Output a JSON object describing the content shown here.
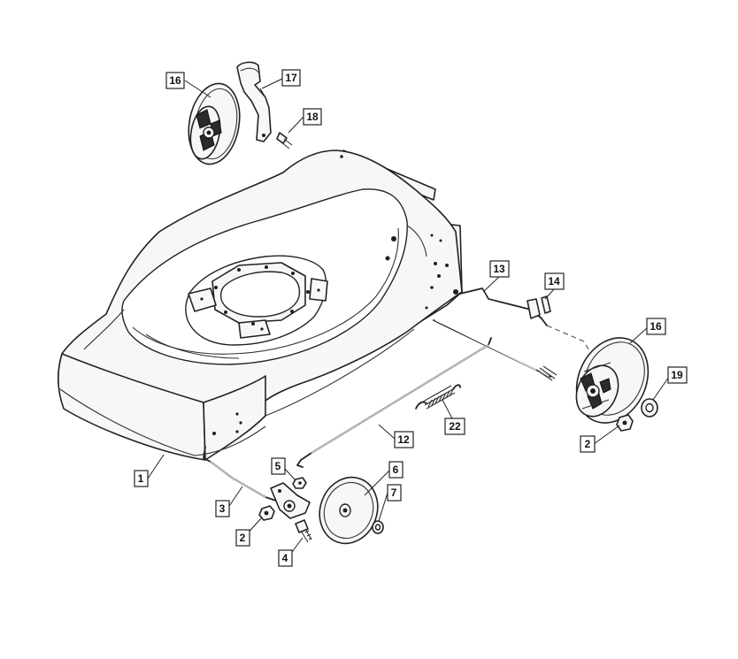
{
  "callouts": [
    {
      "id": "c16a",
      "label": "16"
    },
    {
      "id": "c17",
      "label": "17"
    },
    {
      "id": "c18",
      "label": "18"
    },
    {
      "id": "c13",
      "label": "13"
    },
    {
      "id": "c14",
      "label": "14"
    },
    {
      "id": "c16b",
      "label": "16"
    },
    {
      "id": "c19",
      "label": "19"
    },
    {
      "id": "c2a",
      "label": "2"
    },
    {
      "id": "c22",
      "label": "22"
    },
    {
      "id": "c12",
      "label": "12"
    },
    {
      "id": "c1",
      "label": "1"
    },
    {
      "id": "c5",
      "label": "5"
    },
    {
      "id": "c6",
      "label": "6"
    },
    {
      "id": "c7",
      "label": "7"
    },
    {
      "id": "c3",
      "label": "3"
    },
    {
      "id": "c2b",
      "label": "2"
    },
    {
      "id": "c4",
      "label": "4"
    }
  ]
}
